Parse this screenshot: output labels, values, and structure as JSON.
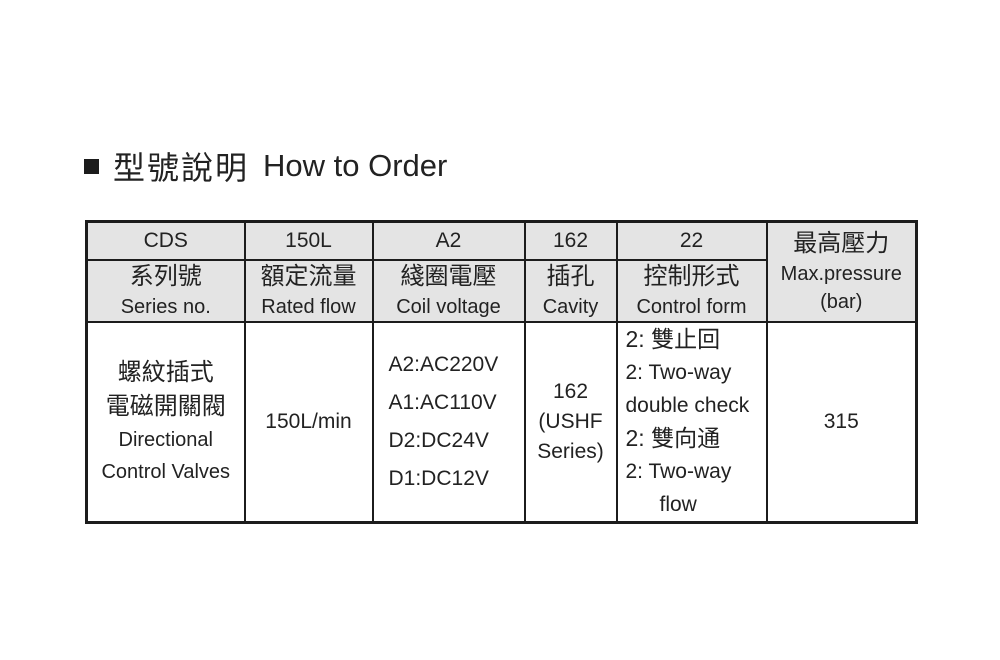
{
  "title": {
    "zh": "型號說明",
    "en": "How to Order"
  },
  "table": {
    "columns": [
      {
        "code": "CDS",
        "label_zh": "系列號",
        "label_en": "Series no."
      },
      {
        "code": "150L",
        "label_zh": "額定流量",
        "label_en": "Rated flow"
      },
      {
        "code": "A2",
        "label_zh": "綫圈電壓",
        "label_en": "Coil voltage"
      },
      {
        "code": "162",
        "label_zh": "插孔",
        "label_en": "Cavity"
      },
      {
        "code": "22",
        "label_zh": "控制形式",
        "label_en": "Control form"
      }
    ],
    "pressure_header": {
      "zh": "最高壓力",
      "en": "Max.pressure",
      "unit": "(bar)"
    },
    "body": {
      "series_lines": [
        "螺紋插式",
        "電磁開關閥",
        "Directional",
        "Control Valves"
      ],
      "rated_flow": "150L/min",
      "coil_voltage_lines": [
        "A2:AC220V",
        "A1:AC110V",
        "D2:DC24V",
        "D1:DC12V"
      ],
      "cavity_lines": [
        "162",
        "(USHF",
        "Series)"
      ],
      "control_form_lines": [
        "2: 雙止回",
        "2: Two-way",
        "double check",
        "2: 雙向通",
        "2: Two-way",
        "flow"
      ],
      "max_pressure": "315"
    }
  },
  "colors": {
    "header_bg": "#e4e4e4",
    "border": "#1c1c1c",
    "text": "#222222"
  }
}
